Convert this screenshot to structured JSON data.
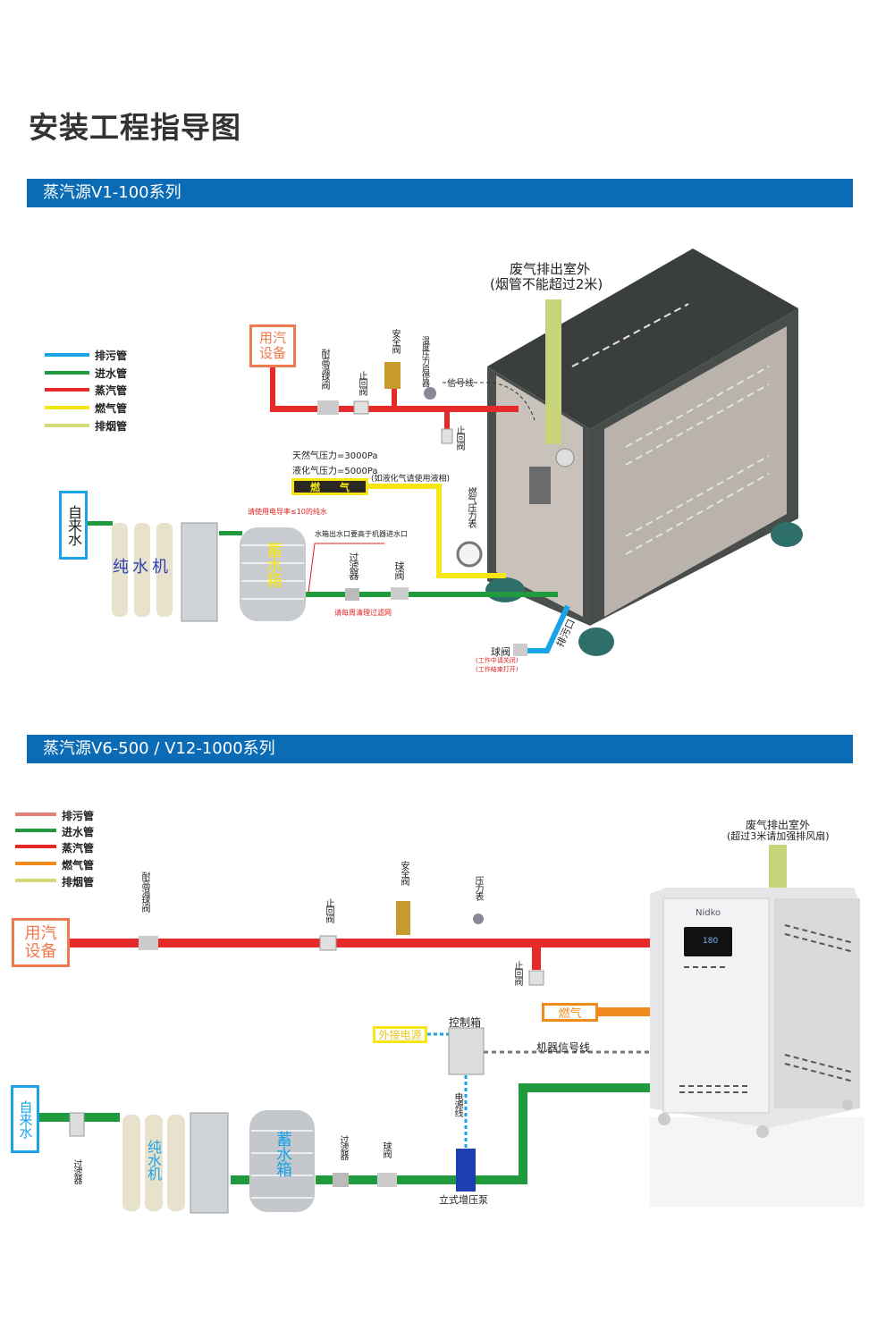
{
  "page_title": "安装工程指导图",
  "colors": {
    "header_bar": "#0b6cb5",
    "drain": "#1aa3e8",
    "drain_2": "#e57f7c",
    "water": "#1f9a3c",
    "steam": "#e62a2a",
    "gas": "#f5e614",
    "gas_2": "#f08a1c",
    "flue": "#d4dc7a"
  },
  "section1": {
    "header": "蒸汽源V1-100系列",
    "legend": [
      "排污管",
      "进水管",
      "蒸汽管",
      "燃气管",
      "排烟管"
    ],
    "exhaust_title": "废气排出室外",
    "exhaust_note": "(烟管不能超过2米)",
    "steam_device": "用汽设备",
    "high_temp_ball_valve": "耐高温球阀",
    "check_valve": "止回阀",
    "safety_valve": "安全阀",
    "pressure_switch": "温度压力启停器",
    "signal_line": "信号线",
    "check_valve_2": "止回阀",
    "natural_gas_pressure": "天然气压力=3000Pa",
    "lpg_pressure": "液化气压力=5000Pa",
    "gas_box": "燃　　气",
    "lpg_note": "(如液化气请使用液相)",
    "gas_gauge": "燃气压力表",
    "tap_water": "自来水",
    "ro_machine": "纯水机",
    "pure_water_note": "请使用电导率≤10的纯水",
    "tank": "蓄水箱",
    "tank_note": "水箱出水口要高于机器进水口",
    "filter": "过滤器",
    "filter_note": "请每周清理过滤网",
    "ball_valve": "球阀",
    "drain_port": "排污口",
    "drain_valve": "球阀",
    "drain_note_1": "(工作中请关闭)",
    "drain_note_2": "(工作结束打开)"
  },
  "section2": {
    "header": "蒸汽源V6-500 / V12-1000系列",
    "legend": [
      "排污管",
      "进水管",
      "蒸汽管",
      "燃气管",
      "排烟管"
    ],
    "exhaust_title": "废气排出室外",
    "exhaust_note": "(超过3米请加强排风扇)",
    "steam_device": "用汽设备",
    "high_temp_ball_valve": "耐高温球阀",
    "check_valve": "止回阀",
    "safety_valve": "安全阀",
    "pressure_gauge": "压力表",
    "check_valve_2": "止回阀",
    "gas_box": "燃气",
    "external_power": "外接电源",
    "control_box": "控制箱",
    "machine_signal": "机器信号线",
    "power_line": "电源线",
    "pump": "立式增压泵",
    "tap_water": "自来水",
    "filter_1": "过滤器",
    "ro_machine": "纯水机",
    "tank": "蓄水箱",
    "filter_2": "过滤器",
    "ball_valve": "球阀",
    "brand": "Nidko",
    "display_value": "180"
  }
}
